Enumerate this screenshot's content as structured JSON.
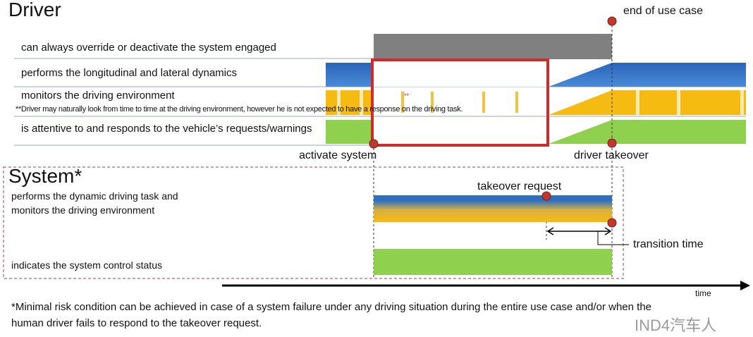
{
  "driver": {
    "title": "Driver",
    "rows": [
      "can always override or deactivate the system engaged",
      "performs the longitudinal and lateral dynamics",
      "monitors the driving environment",
      "is attentive to and responds to the vehicle’s requests/warnings"
    ],
    "footnote_marker": "**",
    "footnote": "**Driver may naturally look from time to time at the driving environment, however he is not expected to have a response on the driving task."
  },
  "events": {
    "end": "end of use case",
    "activate": "activate system",
    "takeover": "driver takeover",
    "request": "takeover request",
    "transition": "transition time"
  },
  "system": {
    "title": "System*",
    "rows": [
      "performs the dynamic driving task and",
      "monitors the driving environment",
      "indicates the system control status"
    ]
  },
  "axis": {
    "label": "time"
  },
  "footer": {
    "line1": "*Minimal risk condition can be achieved in case of a system failure under any driving situation during the entire use case and/or when the",
    "line2": "human driver fails to respond to the takeover request."
  },
  "watermark": "IND4汽车人",
  "colors": {
    "blue": "#2f6fc0",
    "yellow": "#f6bb12",
    "green": "#8fd14f",
    "gray": "#808080",
    "red": "#d22a2a"
  }
}
